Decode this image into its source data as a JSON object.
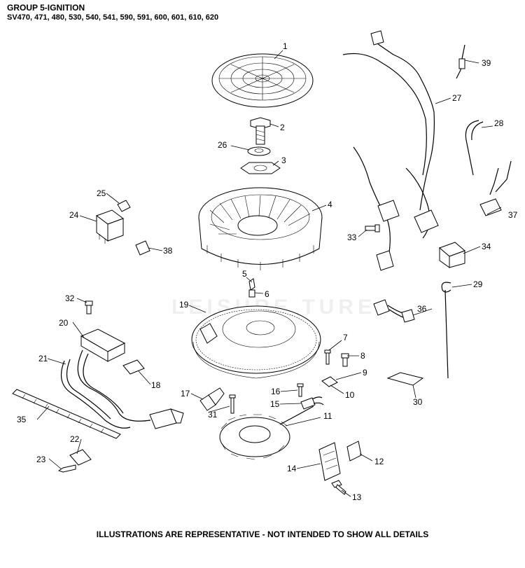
{
  "header": {
    "title": "GROUP 5-IGNITION",
    "models": "SV470, 471, 480, 530, 540, 541, 590, 591, 600, 601, 610, 620"
  },
  "footer": "ILLUSTRATIONS ARE REPRESENTATIVE - NOT INTENDED TO SHOW ALL DETAILS",
  "watermark": "LEISURE  TURE",
  "callouts": {
    "c1": "1",
    "c2": "2",
    "c3": "3",
    "c4": "4",
    "c5": "5",
    "c6": "6",
    "c7": "7",
    "c8": "8",
    "c9": "9",
    "c10": "10",
    "c11": "11",
    "c12": "12",
    "c13": "13",
    "c14": "14",
    "c15": "15",
    "c16": "16",
    "c17": "17",
    "c18": "18",
    "c19": "19",
    "c20": "20",
    "c21": "21",
    "c22": "22",
    "c23": "23",
    "c24": "24",
    "c25": "25",
    "c26": "26",
    "c27": "27",
    "c28": "28",
    "c29": "29",
    "c30": "30",
    "c31": "31",
    "c32": "32",
    "c33": "33",
    "c34": "34",
    "c35": "35",
    "c36": "36",
    "c37": "37",
    "c38": "38",
    "c39": "39"
  }
}
